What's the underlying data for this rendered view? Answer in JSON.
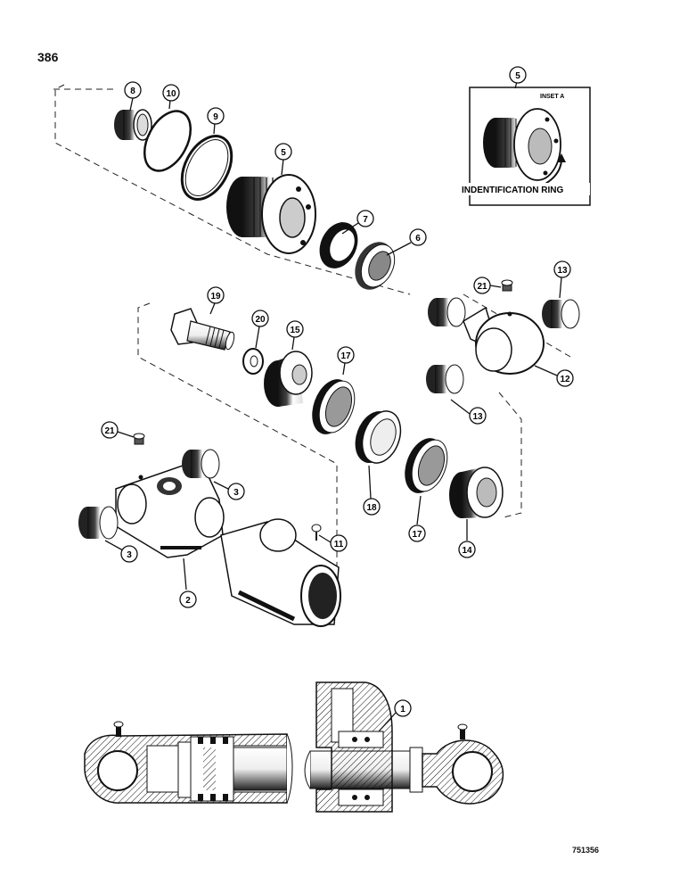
{
  "page_number": "386",
  "drawing_number": "751356",
  "inset": {
    "title": "INSET A",
    "ref": "5",
    "caption": "INDENTIFICATION RING"
  },
  "callouts": [
    "8",
    "10",
    "9",
    "5",
    "7",
    "6",
    "21",
    "13",
    "19",
    "20",
    "15",
    "17",
    "12",
    "13",
    "21",
    "3",
    "18",
    "17",
    "14",
    "3",
    "11",
    "2",
    "1"
  ]
}
